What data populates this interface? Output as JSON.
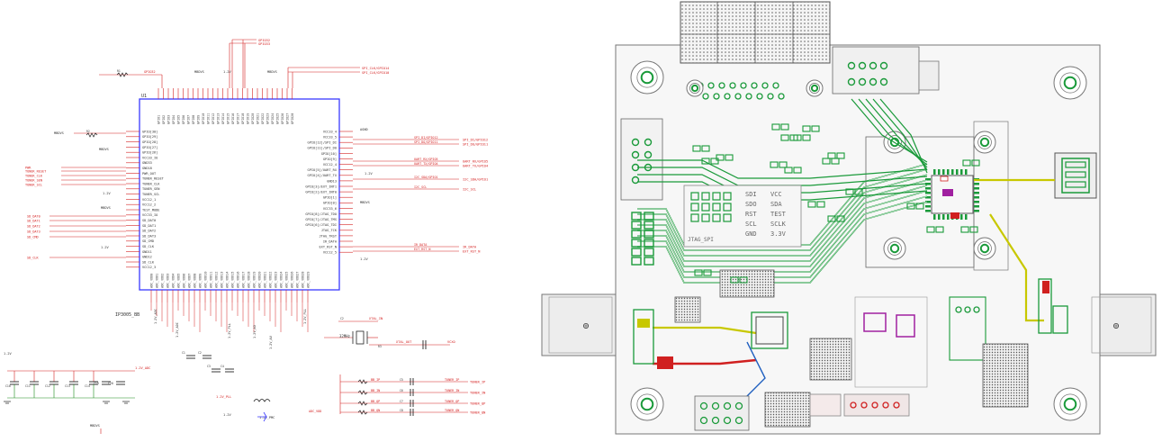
{
  "schematic": {
    "chip_ref": "U1",
    "chip_name": "IP3005_BB",
    "power_labels": [
      "MBDVS",
      "1.2V",
      "1.2V_ADC",
      "1.2V_PLL",
      "1.2V_PMC",
      "AGND"
    ],
    "top_nets": [
      "GPIO32",
      "GPIO33",
      "SPI_CLK/GPIO14",
      "SPI_CLK/GPIO10"
    ],
    "left_nets": [
      "PWR",
      "TUNER_RESET",
      "TUNER_CLK",
      "TUNER_SEN",
      "TUNER_SCL"
    ],
    "left_sd_nets": [
      "SD_DAT0",
      "SD_DAT1",
      "SD_DAT2",
      "SD_DAT3",
      "SD_CMD",
      "SD_CLK"
    ],
    "right_nets": [
      "SPI_DI/GPIO12",
      "SPI_DO/GPIO11",
      "UART_RX/GPIO5",
      "UART_TX/GPIO4",
      "I2C_SDA/GPIO1",
      "I2C_SCL",
      "IR_DATA",
      "EXT_RST_N"
    ],
    "left_pins_top": [
      "GPIO[30]",
      "GPIO[29]",
      "GPIO[28]",
      "GPIO[27]",
      "GPIO[26]",
      "VCC33_IO",
      "GND33",
      "GND18",
      "PWR_OUT",
      "TUNER_RESET",
      "TUNER_CLK",
      "TUNER_SEN",
      "TUNER_SCL"
    ],
    "left_pins_bottom": [
      "VCC12_1",
      "VCC12_2",
      "TEST_MODE",
      "VCC33_IO",
      "SD_DAT0",
      "SD_DAT1",
      "SD_DAT2",
      "SD_DAT3",
      "SD_CMD",
      "SD_CLK",
      "GND11",
      "GND12",
      "SD_CLK",
      "VCC12_3"
    ],
    "right_pins": [
      "VCC33_4",
      "VCC33_5",
      "GPIO[12]/SPI_DI",
      "GPIO[11]/SPI_DO",
      "GPIO[10]",
      "GPIO[9]",
      "VCC12_4",
      "GPIO[5]/UART_RX",
      "GPIO[4]/UART_TX",
      "GND13",
      "GPIO[3]/EXT_INT1",
      "GPIO[2]/EXT_INT0",
      "GPIO[1]",
      "GPIO[0]",
      "VCC33_6",
      "GPIO[8]/JTAG_TDO",
      "GPIO[7]/JTAG_TMS",
      "GPIO[6]/JTAG_TDI",
      "JTAG_TCK",
      "JTAG_TRST",
      "IR_DATA",
      "EXT_RST_N",
      "VCC12_5"
    ],
    "bottom_nets": [
      "1.2V_ADC",
      "1.2V_PLL",
      "XTAL_IN",
      "XTAL_OUT",
      "VCXO",
      "TUNER_IP",
      "TUNER_IN",
      "TUNER_QP",
      "TUNER_QN"
    ],
    "components": [
      "R1",
      "R2",
      "R3",
      "C1",
      "C2",
      "C3",
      "C4",
      "C5",
      "C6",
      "C7",
      "C8",
      "C9",
      "C10",
      "C11",
      "C12",
      "C13",
      "C14",
      "C15",
      "C16",
      "L1",
      "Y1"
    ],
    "crystal": "32MHz"
  },
  "pcb": {
    "silk_labels": [
      "SDI",
      "SDO",
      "RST",
      "SCL",
      "GND",
      "VCC",
      "SDA",
      "TEST",
      "SCLK",
      "3.3V"
    ],
    "connector_label": "JTAG_SPI"
  }
}
